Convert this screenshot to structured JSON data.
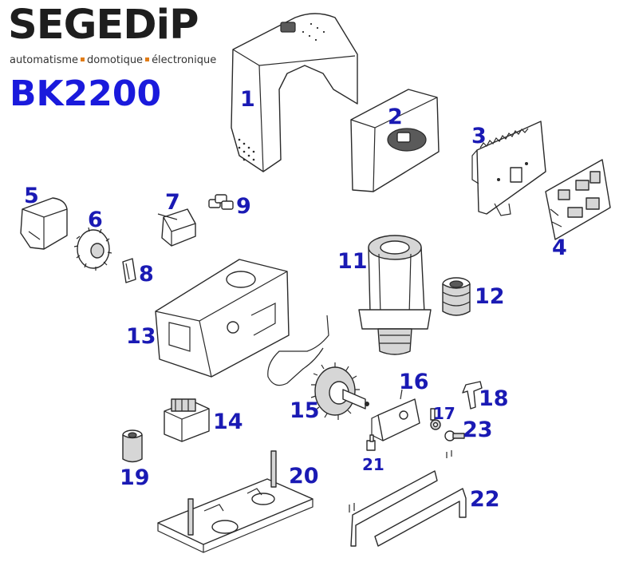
{
  "brand": {
    "name_lead": "SEGED",
    "name_i": "i",
    "name_tail": "P",
    "tagline_parts": [
      "automatisme",
      "domotique",
      "électronique"
    ],
    "model": "BK2200",
    "accent_color": "#e07c18",
    "model_color": "#1a1adc"
  },
  "label_color": "#1a1ab4",
  "part_labels": [
    "1",
    "2",
    "3",
    "4",
    "5",
    "6",
    "7",
    "8",
    "9",
    "11",
    "12",
    "13",
    "14",
    "15",
    "16",
    "17",
    "18",
    "19",
    "20",
    "21",
    "22",
    "23"
  ]
}
